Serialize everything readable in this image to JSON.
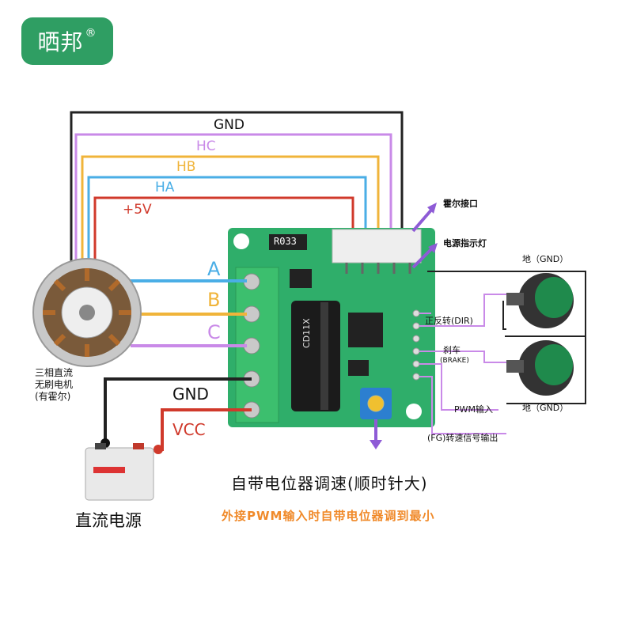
{
  "logo": {
    "text": "晒邦",
    "mark": "®"
  },
  "wires": {
    "gnd": "GND",
    "hc": "HC",
    "hb": "HB",
    "ha": "HA",
    "v5": "+5V"
  },
  "phases": {
    "a": "A",
    "b": "B",
    "c": "C"
  },
  "power": {
    "gnd": "GND",
    "vcc": "VCC"
  },
  "board": {
    "resistor": "R033",
    "capacitor": "CD11X"
  },
  "labels": {
    "hall_port": "霍尔接口",
    "power_led": "电源指示灯",
    "dir": "正反转(DIR)",
    "brake_cn": "刹车",
    "brake_en": "(BRAKE)",
    "pwm": "PWM输入",
    "fg": "(FG)转速信号输出",
    "gnd_top": "地（GND）",
    "gnd_bottom": "地（GND）",
    "motor_1": "三相直流",
    "motor_2": "无刷电机",
    "motor_3": "(有霍尔)",
    "dc_power": "直流电源",
    "title": "自带电位器调速(顺时针大)",
    "subtitle": "外接PWM输入时自带电位器调到最小"
  },
  "colors": {
    "gnd": "#222222",
    "hc": "#c98ae8",
    "hb": "#f0b43a",
    "ha": "#4aaee6",
    "v5": "#d0392b",
    "board": "#2fae6a",
    "terminal": "#3cbf6e",
    "accent": "#8e5bd6"
  }
}
